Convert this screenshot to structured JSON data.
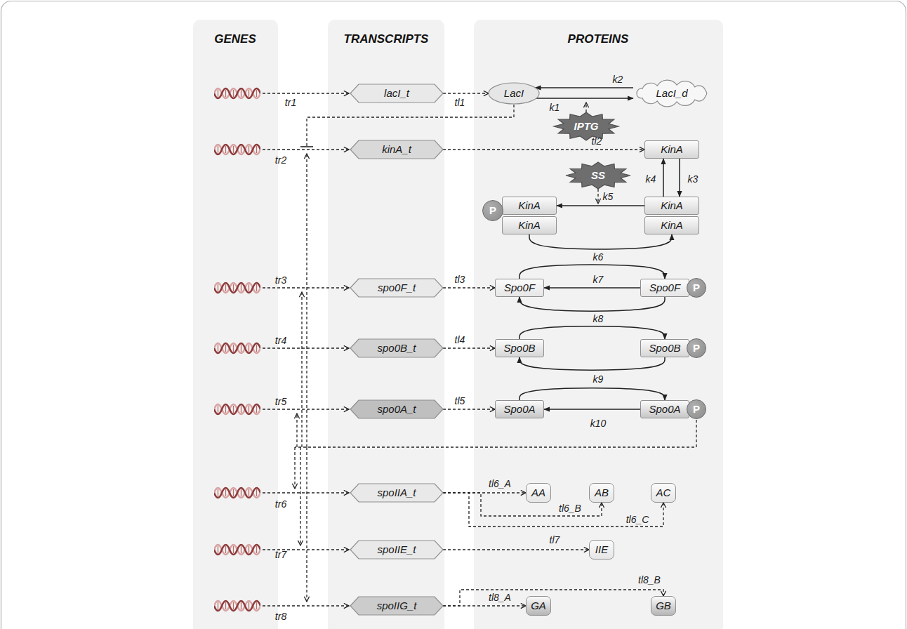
{
  "diagram": {
    "nodes": [
      {
        "text": [
          "lacI_t"
        ]
      },
      {
        "text": [
          "kinA_t"
        ]
      },
      {
        "text": [
          "spo0F_t"
        ]
      },
      {
        "text": [
          "spo0B_t"
        ]
      },
      {
        "text": [
          "spo0A_t"
        ]
      },
      {
        "text": [
          "spoIIA_t"
        ]
      },
      {
        "text": [
          "spoIIE_t"
        ]
      },
      {
        "text": [
          "spoIIG_t"
        ]
      },
      {
        "text": [
          "LacI"
        ]
      },
      {
        "text": [
          "LacI_d"
        ]
      },
      {
        "text": [
          "IPTG"
        ]
      },
      {
        "text": [
          "KinA"
        ]
      },
      {
        "text": [
          "SS"
        ]
      },
      {
        "text": [
          "P"
        ]
      },
      {
        "text": [
          "KinA",
          "KinA"
        ]
      },
      {
        "text": [
          "KinA",
          "KinA"
        ]
      },
      {
        "text": [
          "Spo0F"
        ]
      },
      {
        "text": [
          "Spo0F"
        ]
      },
      {
        "text": [
          "P"
        ]
      },
      {
        "text": [
          "Spo0B"
        ]
      },
      {
        "text": [
          "Spo0B"
        ]
      },
      {
        "text": [
          "P"
        ]
      },
      {
        "text": [
          "Spo0A"
        ]
      },
      {
        "text": [
          "Spo0A"
        ]
      },
      {
        "text": [
          "P"
        ]
      },
      {
        "text": [
          "AA"
        ]
      },
      {
        "text": [
          "AB"
        ]
      },
      {
        "text": [
          "AC"
        ]
      },
      {
        "text": [
          "IIE"
        ]
      },
      {
        "text": [
          "GA"
        ]
      },
      {
        "text": [
          "GB"
        ]
      }
    ],
    "edges": [
      {
        "from": 0,
        "to": 8,
        "arrow": "to",
        "label": "tl1"
      },
      {
        "from": 8,
        "to": 9,
        "arrow": "to",
        "label": "k1"
      },
      {
        "from": 9,
        "to": 8,
        "arrow": "to",
        "label": "k2"
      },
      {
        "from": 1,
        "to": 11,
        "arrow": "to",
        "label": "tl2"
      },
      {
        "from": 11,
        "to": 15,
        "arrow": "to",
        "label": "k3"
      },
      {
        "from": 15,
        "to": 11,
        "arrow": "to",
        "label": "k4"
      },
      {
        "from": 15,
        "to": 14,
        "arrow": "to",
        "label": "k5"
      },
      {
        "from": 14,
        "to": 15,
        "arrow": "to",
        "label": "k6"
      },
      {
        "from": 16,
        "to": 17,
        "arrow": "to"
      },
      {
        "from": 17,
        "to": 16,
        "arrow": "to",
        "label": "k7"
      },
      {
        "from": 17,
        "to": 16,
        "arrow": "to",
        "label": "k8"
      },
      {
        "from": 19,
        "to": 20,
        "arrow": "to"
      },
      {
        "from": 20,
        "to": 19,
        "arrow": "to",
        "label": "k9"
      },
      {
        "from": 22,
        "to": 23,
        "arrow": "to"
      },
      {
        "from": 23,
        "to": 22,
        "arrow": "to",
        "label": "k10"
      },
      {
        "from": 2,
        "to": 16,
        "arrow": "to",
        "label": "tl3"
      },
      {
        "from": 3,
        "to": 19,
        "arrow": "to",
        "label": "tl4"
      },
      {
        "from": 4,
        "to": 22,
        "arrow": "to",
        "label": "tl5"
      },
      {
        "from": 5,
        "to": 25,
        "arrow": "to",
        "label": "tl6_A"
      },
      {
        "from": 5,
        "to": 26,
        "arrow": "to",
        "label": "tl6_B"
      },
      {
        "from": 5,
        "to": 27,
        "arrow": "to",
        "label": "tl6_C"
      },
      {
        "from": 6,
        "to": 28,
        "arrow": "to",
        "label": "tl7"
      },
      {
        "from": 7,
        "to": 29,
        "arrow": "to",
        "label": "tl8_A"
      },
      {
        "from": 7,
        "to": 30,
        "arrow": "to",
        "label": "tl8_B"
      }
    ],
    "labels": [
      "GENES",
      "TRANSCRIPTS",
      "PROTEINS",
      "tr1",
      "tr2",
      "tr3",
      "tr4",
      "tr5",
      "tr6",
      "tr7",
      "tr8"
    ]
  }
}
